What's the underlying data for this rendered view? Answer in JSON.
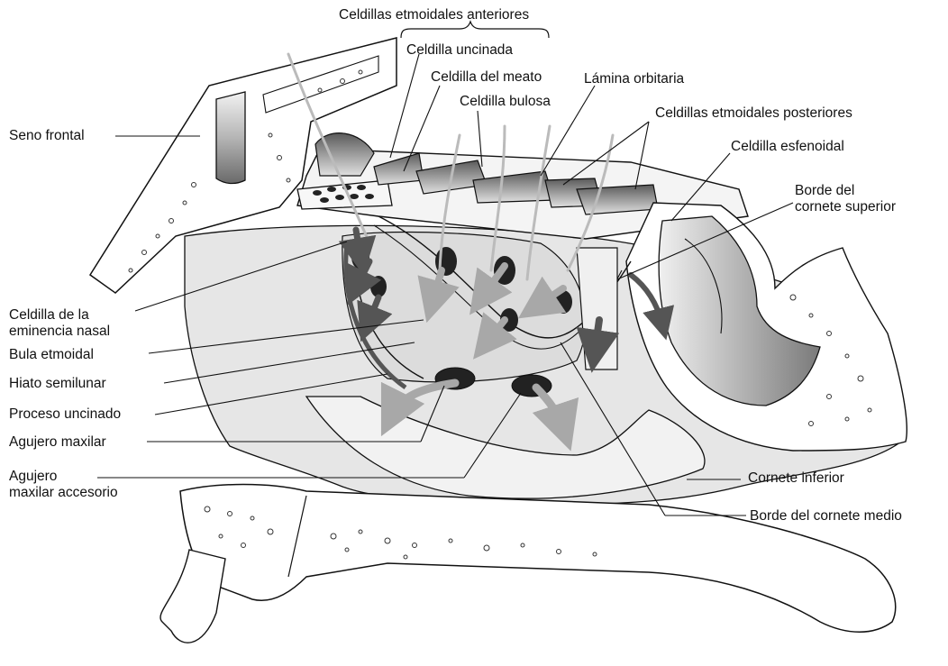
{
  "labels": {
    "celdillas_etmoidales_anteriores": "Celdillas etmoidales anteriores",
    "celdilla_uncinada": "Celdilla uncinada",
    "celdilla_del_meato": "Celdilla del meato",
    "celdilla_bulosa": "Celdilla bulosa",
    "lamina_orbitaria": "Lámina orbitaria",
    "celdillas_etmoidales_posteriores": "Celdillas etmoidales posteriores",
    "celdilla_esfenoidal": "Celdilla esfenoidal",
    "seno_frontal": "Seno frontal",
    "borde_cornete_superior": "Borde del\ncornete superior",
    "celdilla_eminencia_nasal": "Celdilla de la\neminencia nasal",
    "bula_etmoidal": "Bula etmoidal",
    "hiato_semilunar": "Hiato semilunar",
    "proceso_uncinado": "Proceso uncinado",
    "agujero_maxilar": "Agujero maxilar",
    "agujero_maxilar_accesorio": "Agujero\nmaxilar accesorio",
    "cornete_inferior": "Cornete inferior",
    "borde_cornete_medio": "Borde del cornete medio"
  },
  "colors": {
    "ink": "#111111",
    "bone": "#ffffff",
    "tissue": "#e6e6e6",
    "shade": "#9a9a9a",
    "arrow_dark": "#555555",
    "arrow_light": "#a8a8a8"
  }
}
